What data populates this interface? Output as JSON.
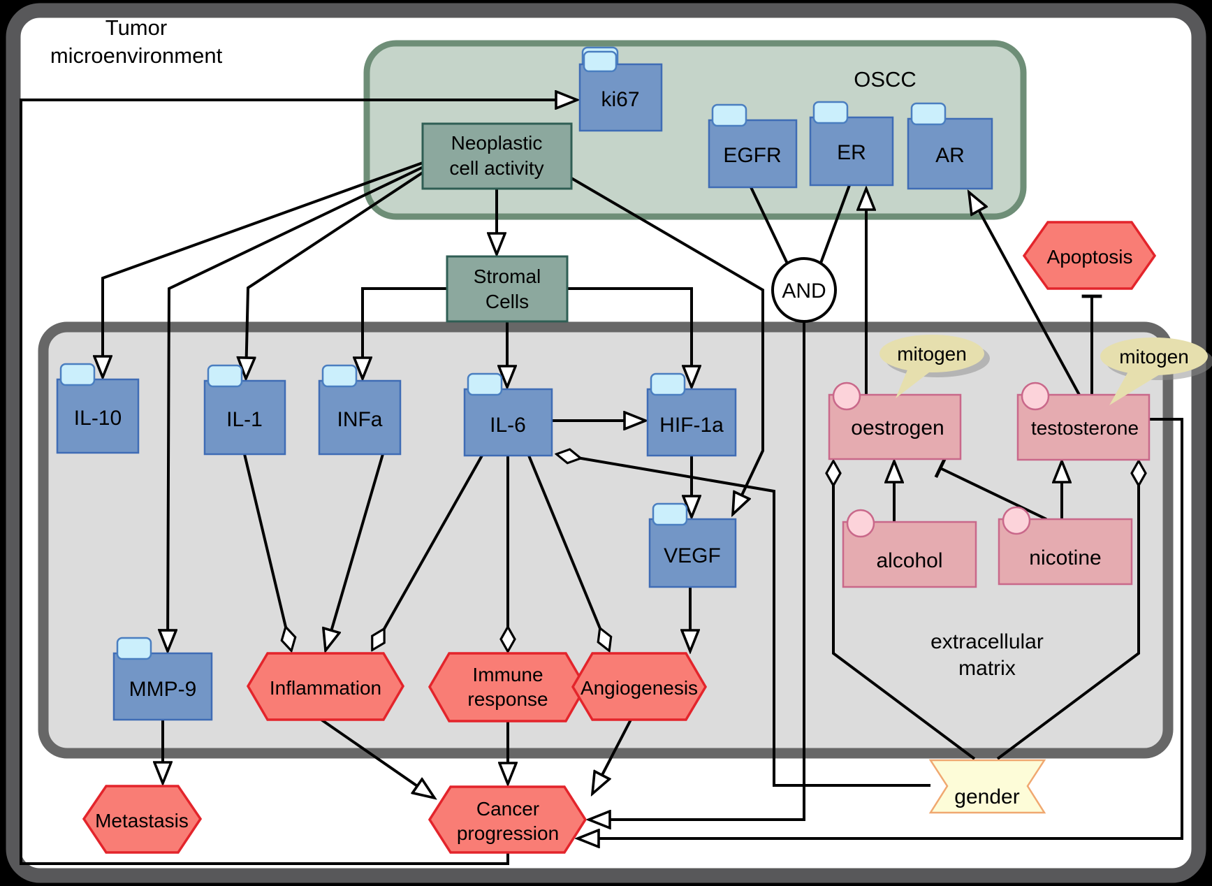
{
  "title": {
    "line1": "Tumor",
    "line2": "microenvironment"
  },
  "compartments": {
    "oscc": {
      "label": "OSCC"
    },
    "matrix": {
      "line1": "extracellular",
      "line2": "matrix"
    }
  },
  "nodes": {
    "ki67": {
      "label": "ki67",
      "type": "macromolecule"
    },
    "egfr": {
      "label": "EGFR",
      "type": "macromolecule"
    },
    "er": {
      "label": "ER",
      "type": "macromolecule"
    },
    "ar": {
      "label": "AR",
      "type": "macromolecule"
    },
    "il10": {
      "label": "IL-10",
      "type": "macromolecule"
    },
    "il1": {
      "label": "IL-1",
      "type": "macromolecule"
    },
    "infa": {
      "label": "INFa",
      "type": "macromolecule"
    },
    "il6": {
      "label": "IL-6",
      "type": "macromolecule"
    },
    "hif1a": {
      "label": "HIF-1a",
      "type": "macromolecule"
    },
    "vegf": {
      "label": "VEGF",
      "type": "macromolecule"
    },
    "mmp9": {
      "label": "MMP-9",
      "type": "macromolecule"
    },
    "neoplastic": {
      "line1": "Neoplastic",
      "line2": "cell activity",
      "type": "biological-activity"
    },
    "stromal": {
      "line1": "Stromal",
      "line2": "Cells",
      "type": "biological-activity"
    },
    "apoptosis": {
      "label": "Apoptosis",
      "type": "phenotype"
    },
    "inflammation": {
      "label": "Inflammation",
      "type": "phenotype"
    },
    "immune": {
      "line1": "Immune",
      "line2": "response",
      "type": "phenotype"
    },
    "angiogenesis": {
      "label": "Angiogenesis",
      "type": "phenotype"
    },
    "metastasis": {
      "label": "Metastasis",
      "type": "phenotype"
    },
    "cancer": {
      "line1": "Cancer",
      "line2": "progression",
      "type": "phenotype"
    },
    "oestrogen": {
      "label": "oestrogen",
      "type": "simple-chemical"
    },
    "testosterone": {
      "label": "testosterone",
      "type": "simple-chemical"
    },
    "alcohol": {
      "label": "alcohol",
      "type": "simple-chemical"
    },
    "nicotine": {
      "label": "nicotine",
      "type": "simple-chemical"
    },
    "gender": {
      "label": "gender",
      "type": "perturbing-agent"
    },
    "and_gate": {
      "label": "AND",
      "type": "logic-and"
    }
  },
  "annotations": {
    "mitogen_left": "mitogen",
    "mitogen_right": "mitogen"
  },
  "edges": [
    {
      "source": "Cancer progression",
      "target": "ki67",
      "type": "stimulation"
    },
    {
      "source": "Neoplastic cell activity",
      "target": "Stromal Cells",
      "type": "stimulation"
    },
    {
      "source": "Neoplastic cell activity",
      "target": "IL-10",
      "type": "stimulation"
    },
    {
      "source": "Neoplastic cell activity",
      "target": "MMP-9",
      "type": "stimulation"
    },
    {
      "source": "Neoplastic cell activity",
      "target": "IL-1",
      "type": "stimulation"
    },
    {
      "source": "Neoplastic cell activity",
      "target": "VEGF",
      "type": "stimulation"
    },
    {
      "source": "Stromal Cells",
      "target": "INFa",
      "type": "stimulation"
    },
    {
      "source": "Stromal Cells",
      "target": "IL-6",
      "type": "stimulation"
    },
    {
      "source": "Stromal Cells",
      "target": "HIF-1a",
      "type": "stimulation"
    },
    {
      "source": "IL-6",
      "target": "HIF-1a",
      "type": "stimulation"
    },
    {
      "source": "HIF-1a",
      "target": "VEGF",
      "type": "stimulation"
    },
    {
      "source": "VEGF",
      "target": "Angiogenesis",
      "type": "stimulation"
    },
    {
      "source": "IL-1",
      "target": "Inflammation",
      "type": "modulation"
    },
    {
      "source": "INFa",
      "target": "Inflammation",
      "type": "stimulation"
    },
    {
      "source": "IL-6",
      "target": "Inflammation",
      "type": "modulation"
    },
    {
      "source": "IL-6",
      "target": "Immune response",
      "type": "modulation"
    },
    {
      "source": "IL-6",
      "target": "Angiogenesis",
      "type": "modulation"
    },
    {
      "source": "gender",
      "target": "IL-6",
      "type": "modulation"
    },
    {
      "source": "gender",
      "target": "oestrogen",
      "type": "modulation"
    },
    {
      "source": "gender",
      "target": "testosterone",
      "type": "modulation"
    },
    {
      "source": "alcohol",
      "target": "oestrogen",
      "type": "stimulation"
    },
    {
      "source": "nicotine",
      "target": "oestrogen",
      "type": "inhibition"
    },
    {
      "source": "nicotine",
      "target": "testosterone",
      "type": "stimulation"
    },
    {
      "source": "oestrogen",
      "target": "ER",
      "type": "stimulation"
    },
    {
      "source": "testosterone",
      "target": "AR",
      "type": "stimulation"
    },
    {
      "source": "testosterone",
      "target": "Apoptosis",
      "type": "inhibition"
    },
    {
      "source": "testosterone",
      "target": "Cancer progression",
      "type": "stimulation"
    },
    {
      "source": "EGFR",
      "target": "AND",
      "type": "logic-input"
    },
    {
      "source": "ER",
      "target": "AND",
      "type": "logic-input"
    },
    {
      "source": "AND",
      "target": "Cancer progression",
      "type": "stimulation"
    },
    {
      "source": "Inflammation",
      "target": "Cancer progression",
      "type": "stimulation"
    },
    {
      "source": "Immune response",
      "target": "Cancer progression",
      "type": "stimulation"
    },
    {
      "source": "Angiogenesis",
      "target": "Cancer progression",
      "type": "stimulation"
    },
    {
      "source": "MMP-9",
      "target": "Metastasis",
      "type": "stimulation"
    }
  ],
  "colors": {
    "frame_border": "#58585a",
    "oscc_fill": "#c5d4c9",
    "oscc_border": "#6e8e77",
    "matrix_fill": "#dcdcdc",
    "matrix_border": "#676767",
    "macromolecule_fill": "#7396c6",
    "macromolecule_border": "#3f6cb5",
    "tab_fill": "#cbeffc",
    "tab_border": "#4a7ec0",
    "activity_fill": "#8ca89e",
    "activity_border": "#2f5e54",
    "phenotype_fill": "#f97d75",
    "phenotype_border": "#e3242b",
    "chemical_fill": "#e5abb0",
    "chemical_border": "#c9688a",
    "chemical_dot_fill": "#fcd3da",
    "bubble_fill": "#e6dfae",
    "gender_fill": "#fdfcd8",
    "gender_border": "#f0a870",
    "line": "#000000"
  }
}
